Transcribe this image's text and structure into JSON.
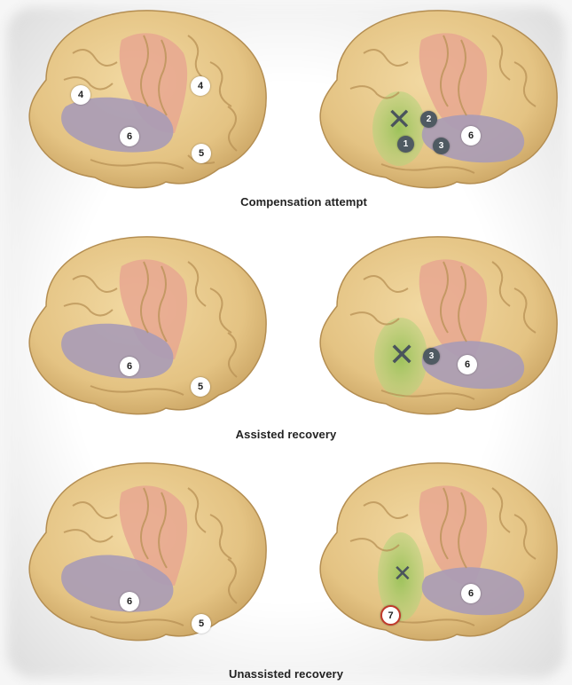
{
  "panels": [
    {
      "caption": "Compensation attempt",
      "left_brain": {
        "markers": [
          "4",
          "4",
          "6",
          "5"
        ]
      },
      "right_brain": {
        "lesion": "✕",
        "markers": [
          "2",
          "1",
          "3",
          "6"
        ]
      }
    },
    {
      "caption": "Assisted recovery",
      "left_brain": {
        "markers": [
          "6",
          "5"
        ]
      },
      "right_brain": {
        "lesion": "✕",
        "markers": [
          "3",
          "6"
        ]
      }
    },
    {
      "caption": "Unassisted recovery",
      "left_brain": {
        "markers": [
          "6",
          "5"
        ]
      },
      "right_brain": {
        "lesion": "✕",
        "markers": [
          "7",
          "6"
        ]
      }
    }
  ],
  "colors": {
    "cortex": "#e8c98a",
    "motor_area": "#e5a48e",
    "temporal_area": "#a99bb6",
    "lesion_area": "#aacb72",
    "marker_dark": "#4f5a62",
    "marker_highlight": "#c0392b"
  }
}
